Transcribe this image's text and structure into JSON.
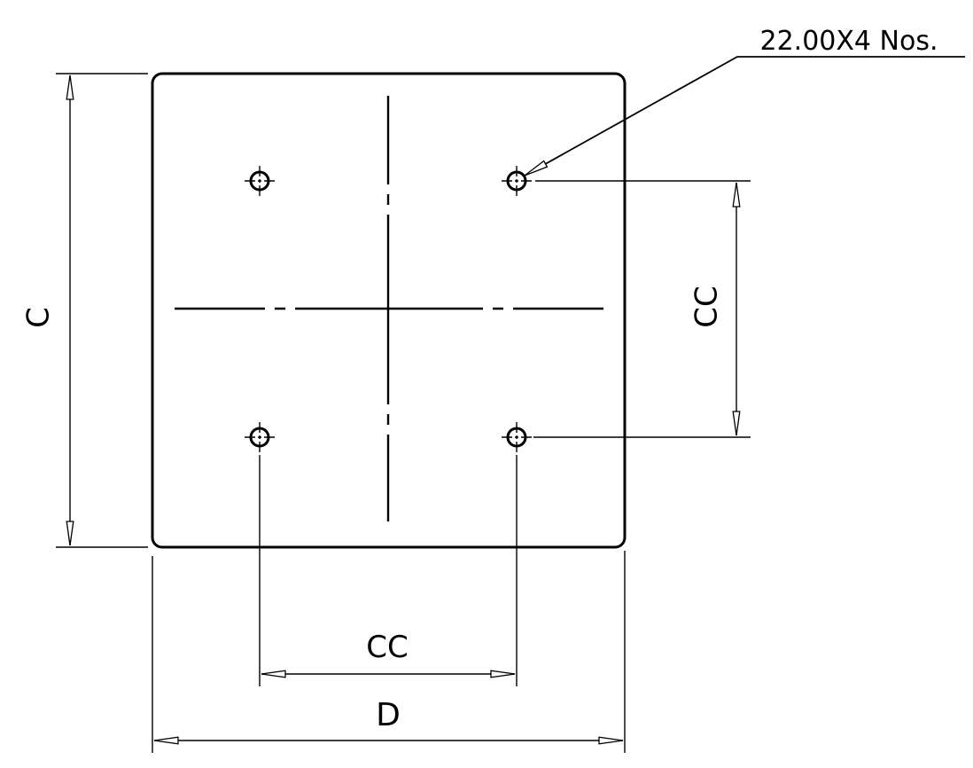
{
  "annotation": {
    "hole_callout": "22.00X4 Nos."
  },
  "dimensions": {
    "plate_height": "C",
    "plate_width": "D",
    "hole_spacing_vertical": "CC",
    "hole_spacing_horizontal": "CC"
  },
  "holes": {
    "count": 4
  },
  "colors": {
    "line": "#000000",
    "background": "#ffffff"
  }
}
